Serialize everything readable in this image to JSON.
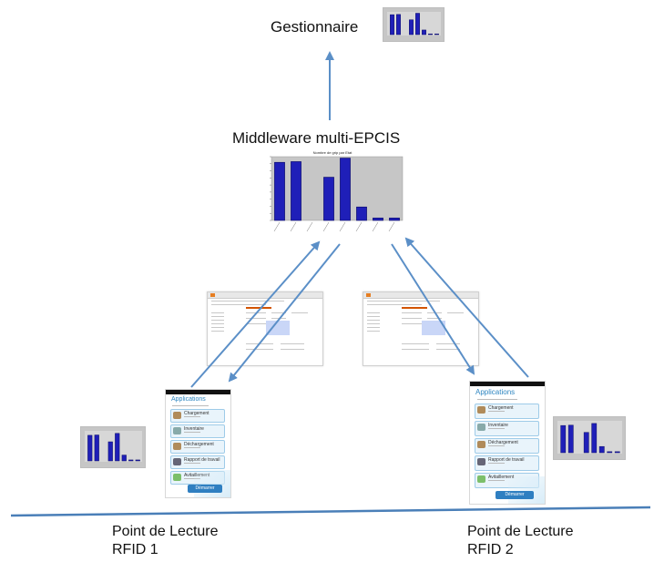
{
  "labels": {
    "manager": "Gestionnaire",
    "middleware": "Middleware multi-EPCIS",
    "reader1_line1": "Point de Lecture",
    "reader1_line2": "RFID 1",
    "reader2_line1": "Point de Lecture",
    "reader2_line2": "RFID 2"
  },
  "phone_screens": {
    "title": "Applications",
    "items": [
      "Chargement",
      "Inventaire",
      "Déchargement",
      "Rapport de travail",
      "Avitaillement"
    ],
    "button": "Démarrer"
  },
  "colors": {
    "bar_fill": "#1f1fb8",
    "arrow": "#5b8fc7",
    "ground_line": "#4a7fb8",
    "chart_bg": "#c6c6c6"
  },
  "chart_data": [
    {
      "type": "bar",
      "title": "Nombre de grip par Etat",
      "values": [
        820,
        830,
        0,
        610,
        880,
        190,
        35,
        35
      ],
      "ylim": [
        0,
        900
      ]
    },
    {
      "type": "bar",
      "values": [
        8.2,
        8.3,
        0,
        6.1,
        8.8,
        1.9,
        0.3,
        0.3
      ],
      "ylim": [
        0,
        9
      ]
    },
    {
      "type": "bar",
      "values": [
        7.9,
        8.0,
        0,
        5.9,
        8.5,
        1.8,
        0.3,
        0.3
      ],
      "ylim": [
        0,
        9
      ]
    },
    {
      "type": "bar",
      "values": [
        7.9,
        8.0,
        0,
        5.9,
        8.5,
        1.8,
        0.3,
        0.3
      ],
      "ylim": [
        0,
        9
      ]
    }
  ]
}
